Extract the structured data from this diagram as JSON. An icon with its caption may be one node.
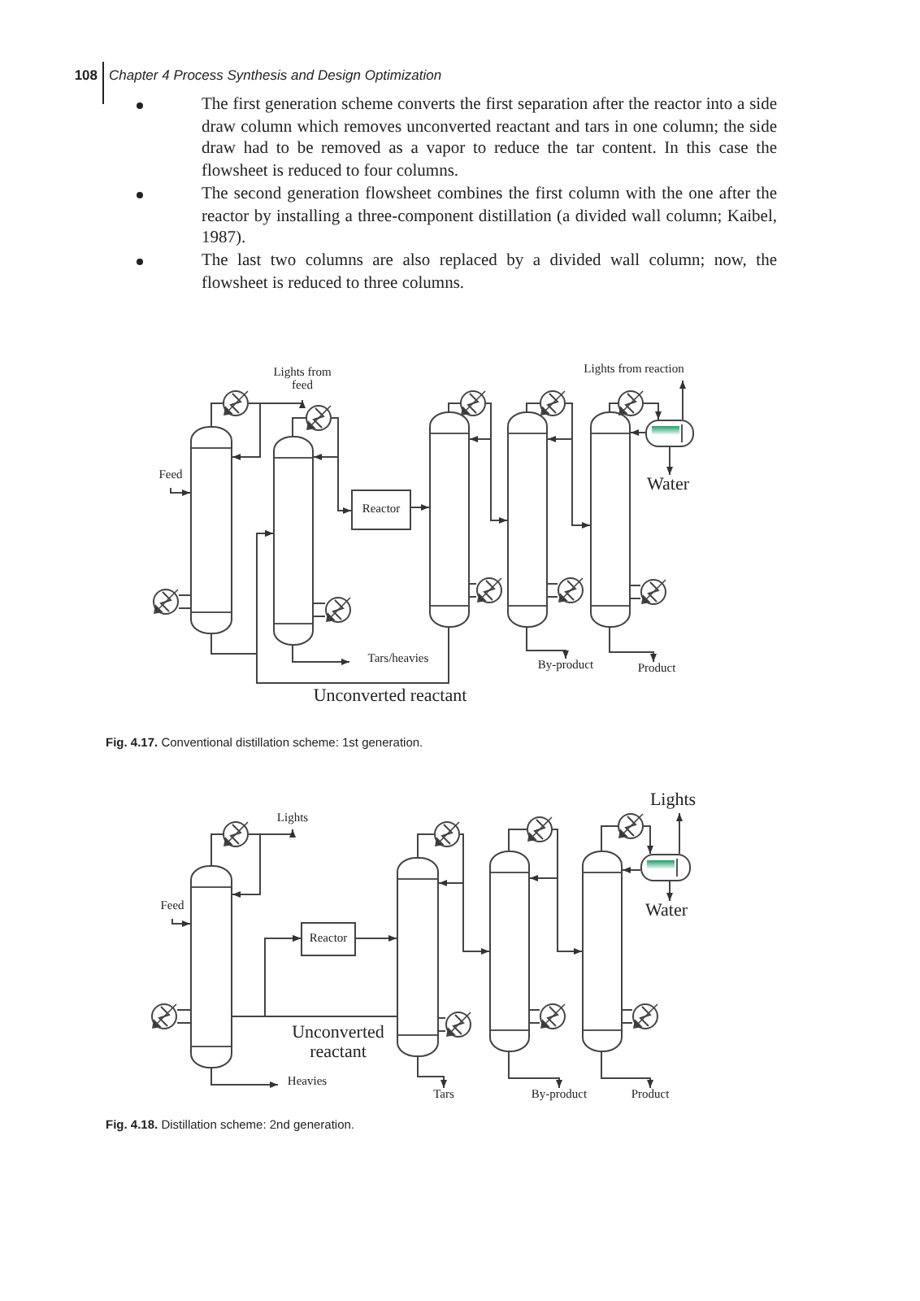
{
  "diagram": {
    "nodes": [
      {
        "text": [
          "Feed"
        ]
      },
      {
        "text": [],
        "shape": "column"
      },
      {
        "text": [],
        "shape": "column"
      },
      {
        "text": [
          "Reactor"
        ]
      },
      {
        "text": [],
        "shape": "column"
      },
      {
        "text": [],
        "shape": "column"
      },
      {
        "text": [],
        "shape": "column"
      },
      {
        "text": [],
        "shape": "drum"
      },
      {
        "text": [
          "Lights from feed"
        ]
      },
      {
        "text": [
          "Tars/heavies"
        ]
      },
      {
        "text": [
          "By-product"
        ]
      },
      {
        "text": [
          "Product"
        ]
      },
      {
        "text": [
          "Lights from reaction"
        ]
      },
      {
        "text": [
          "Water"
        ]
      },
      {
        "text": [
          "Feed"
        ]
      },
      {
        "text": [],
        "shape": "column"
      },
      {
        "text": [
          "Reactor"
        ]
      },
      {
        "text": [],
        "shape": "column"
      },
      {
        "text": [],
        "shape": "column"
      },
      {
        "text": [],
        "shape": "column"
      },
      {
        "text": [],
        "shape": "drum"
      },
      {
        "text": [
          "Lights"
        ]
      },
      {
        "text": [
          "Heavies"
        ]
      },
      {
        "text": [
          "Tars"
        ]
      },
      {
        "text": [
          "By-product"
        ]
      },
      {
        "text": [
          "Product"
        ]
      },
      {
        "text": [
          "Lights"
        ]
      },
      {
        "text": [
          "Water"
        ]
      },
      {
        "text": [],
        "shape": "circle"
      },
      {
        "text": [],
        "shape": "circle"
      },
      {
        "text": [],
        "shape": "circle"
      },
      {
        "text": [],
        "shape": "circle"
      },
      {
        "text": [],
        "shape": "circle"
      },
      {
        "text": [],
        "shape": "circle"
      },
      {
        "text": [],
        "shape": "circle"
      },
      {
        "text": [],
        "shape": "circle"
      },
      {
        "text": [],
        "shape": "circle"
      },
      {
        "text": [],
        "shape": "circle"
      },
      {
        "text": [],
        "shape": "circle"
      },
      {
        "text": [],
        "shape": "circle"
      },
      {
        "text": [],
        "shape": "circle"
      },
      {
        "text": [],
        "shape": "circle"
      },
      {
        "text": [],
        "shape": "circle"
      },
      {
        "text": [],
        "shape": "circle"
      },
      {
        "text": [],
        "shape": "circle"
      },
      {
        "text": [],
        "shape": "circle"
      }
    ],
    "edges": [
      {
        "from": 0,
        "to": 1,
        "arrow": "to"
      },
      {
        "from": 28,
        "to": 8,
        "arrow": "to"
      },
      {
        "from": 1,
        "to": 2,
        "arrow": "to"
      },
      {
        "from": 29,
        "to": 3,
        "arrow": "to"
      },
      {
        "from": 2,
        "to": 9,
        "arrow": "to"
      },
      {
        "from": 3,
        "to": 4,
        "arrow": "to"
      },
      {
        "from": 4,
        "to": 2,
        "arrow": "to",
        "label": "Unconverted reactant"
      },
      {
        "from": 30,
        "to": 5,
        "arrow": "to"
      },
      {
        "from": 31,
        "to": 6,
        "arrow": "to"
      },
      {
        "from": 5,
        "to": 10,
        "arrow": "to"
      },
      {
        "from": 32,
        "to": 7,
        "arrow": "to"
      },
      {
        "from": 7,
        "to": 12,
        "arrow": "to"
      },
      {
        "from": 7,
        "to": 13,
        "arrow": "to"
      },
      {
        "from": 7,
        "to": 6,
        "arrow": "to"
      },
      {
        "from": 6,
        "to": 11,
        "arrow": "to"
      },
      {
        "from": 14,
        "to": 15,
        "arrow": "to"
      },
      {
        "from": 38,
        "to": 21,
        "arrow": "to"
      },
      {
        "from": 15,
        "to": 22,
        "arrow": "to"
      },
      {
        "from": 15,
        "to": 16,
        "arrow": "to"
      },
      {
        "from": 17,
        "to": 16,
        "arrow": "to",
        "label": "Unconverted reactant"
      },
      {
        "from": 16,
        "to": 17,
        "arrow": "to"
      },
      {
        "from": 17,
        "to": 23,
        "arrow": "to"
      },
      {
        "from": 39,
        "to": 18,
        "arrow": "to"
      },
      {
        "from": 40,
        "to": 19,
        "arrow": "to"
      },
      {
        "from": 18,
        "to": 24,
        "arrow": "to"
      },
      {
        "from": 41,
        "to": 20,
        "arrow": "to"
      },
      {
        "from": 20,
        "to": 26,
        "arrow": "to"
      },
      {
        "from": 20,
        "to": 27,
        "arrow": "to"
      },
      {
        "from": 20,
        "to": 19,
        "arrow": "to"
      },
      {
        "from": 19,
        "to": 25,
        "arrow": "to"
      },
      {
        "from": 1,
        "to": 28,
        "arrow": "none"
      },
      {
        "from": 28,
        "to": 1,
        "arrow": "to"
      },
      {
        "from": 1,
        "to": 33,
        "arrow": "none"
      },
      {
        "from": 33,
        "to": 1,
        "arrow": "none"
      },
      {
        "from": 2,
        "to": 29,
        "arrow": "none"
      },
      {
        "from": 29,
        "to": 2,
        "arrow": "to"
      },
      {
        "from": 2,
        "to": 34,
        "arrow": "none"
      },
      {
        "from": 34,
        "to": 2,
        "arrow": "none"
      },
      {
        "from": 4,
        "to": 30,
        "arrow": "none"
      },
      {
        "from": 30,
        "to": 4,
        "arrow": "to"
      },
      {
        "from": 4,
        "to": 35,
        "arrow": "none"
      },
      {
        "from": 35,
        "to": 4,
        "arrow": "none"
      },
      {
        "from": 5,
        "to": 31,
        "arrow": "none"
      },
      {
        "from": 31,
        "to": 5,
        "arrow": "to"
      },
      {
        "from": 5,
        "to": 36,
        "arrow": "none"
      },
      {
        "from": 36,
        "to": 5,
        "arrow": "none"
      },
      {
        "from": 6,
        "to": 32,
        "arrow": "none"
      },
      {
        "from": 6,
        "to": 37,
        "arrow": "none"
      },
      {
        "from": 37,
        "to": 6,
        "arrow": "none"
      },
      {
        "from": 15,
        "to": 38,
        "arrow": "none"
      },
      {
        "from": 38,
        "to": 15,
        "arrow": "to"
      },
      {
        "from": 15,
        "to": 42,
        "arrow": "none"
      },
      {
        "from": 42,
        "to": 15,
        "arrow": "none"
      },
      {
        "from": 17,
        "to": 39,
        "arrow": "none"
      },
      {
        "from": 39,
        "to": 17,
        "arrow": "to"
      },
      {
        "from": 17,
        "to": 43,
        "arrow": "none"
      },
      {
        "from": 43,
        "to": 17,
        "arrow": "none"
      },
      {
        "from": 18,
        "to": 40,
        "arrow": "none"
      },
      {
        "from": 40,
        "to": 18,
        "arrow": "to"
      },
      {
        "from": 18,
        "to": 44,
        "arrow": "none"
      },
      {
        "from": 44,
        "to": 18,
        "arrow": "none"
      },
      {
        "from": 19,
        "to": 41,
        "arrow": "none"
      },
      {
        "from": 19,
        "to": 45,
        "arrow": "none"
      },
      {
        "from": 45,
        "to": 19,
        "arrow": "none"
      }
    ],
    "labels": [
      "108",
      "Chapter 4 Process Synthesis and Design Optimization",
      "The first generation scheme converts the first separation after the reactor into a side draw column which removes unconverted reactant and tars in one column; the side draw had to be removed as a vapor to reduce the tar content. In this case the flowsheet is reduced to four columns.",
      "The second generation flowsheet combines the first column with the one after the reactor by installing a three-component distillation (a divided wall column; Kaibel, 1987).",
      "The last two columns are also replaced by a divided wall column; now, the flowsheet is reduced to three columns.",
      "**Fig. 4.17.** Conventional distillation scheme: 1st generation.",
      "**Fig. 4.18.** Distillation scheme: 2nd generation."
    ]
  }
}
